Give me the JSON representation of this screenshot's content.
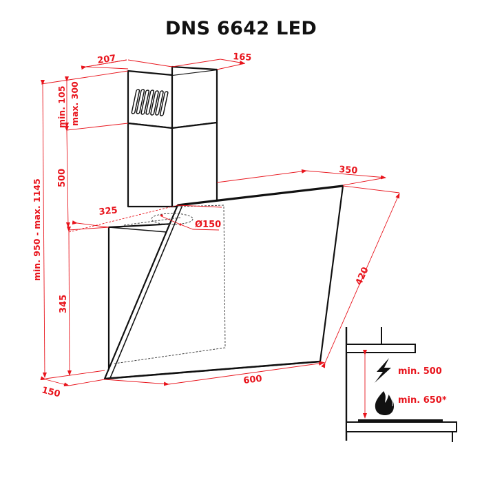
{
  "title": "DNS 6642 LED",
  "colors": {
    "dimension": "#e8141c",
    "outline": "#111111",
    "background": "#ffffff"
  },
  "dimensions": {
    "chimney_width": "207",
    "chimney_depth": "165",
    "chimney_upper_height": "min. 105",
    "chimney_upper_height_max": "max. 300",
    "chimney_lower_height": "500",
    "total_height": "min. 950 - max. 1145",
    "body_height": "345",
    "body_depth_base": "150",
    "width": "600",
    "glass_height": "420",
    "top_depth": "350",
    "outlet_offset": "325",
    "outlet_diameter": "Ø150"
  },
  "installation": {
    "electric_label": "min. 500",
    "gas_label": "min. 650*",
    "electric_icon": "lightning-icon",
    "gas_icon": "flame-icon"
  }
}
